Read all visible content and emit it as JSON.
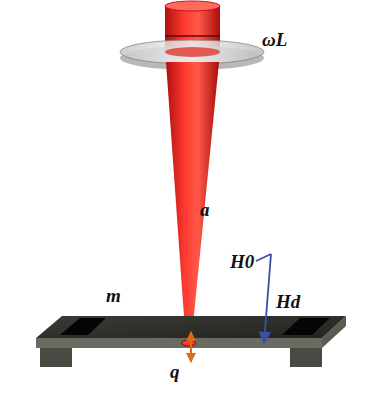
{
  "diagram": {
    "labels": [
      "ωL",
      "a",
      "m",
      "H0",
      "Hd",
      "q"
    ]
  }
}
